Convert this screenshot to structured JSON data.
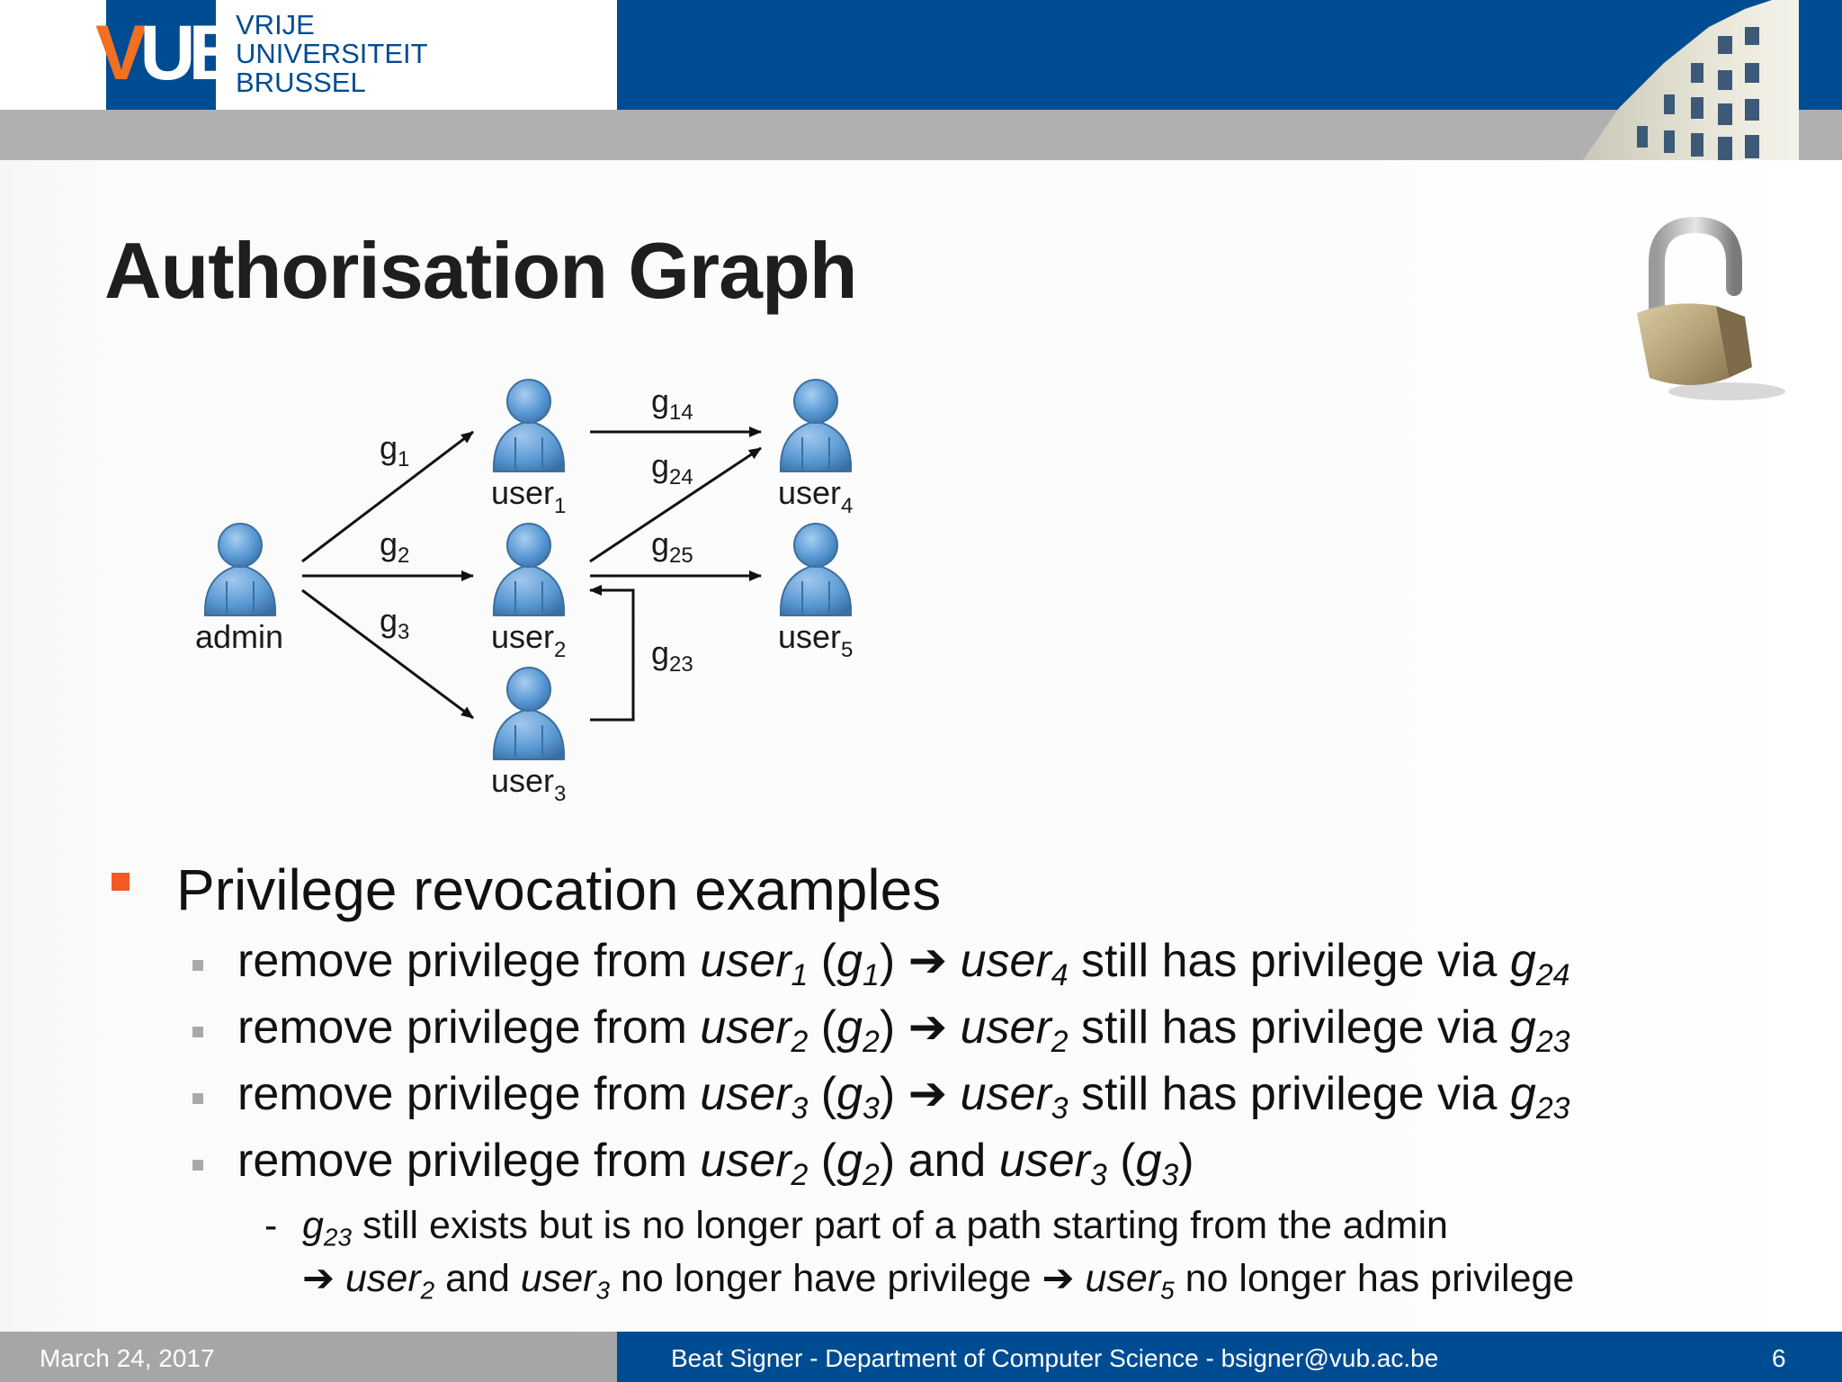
{
  "header": {
    "logo_mark": "VUB",
    "logo_lines": [
      "VRIJE",
      "UNIVERSITEIT",
      "BRUSSEL"
    ]
  },
  "slide": {
    "title": "Authorisation Graph"
  },
  "graph": {
    "nodes": [
      {
        "id": "admin",
        "label": "admin",
        "sub": ""
      },
      {
        "id": "user1",
        "label": "user",
        "sub": "1"
      },
      {
        "id": "user2",
        "label": "user",
        "sub": "2"
      },
      {
        "id": "user3",
        "label": "user",
        "sub": "3"
      },
      {
        "id": "user4",
        "label": "user",
        "sub": "4"
      },
      {
        "id": "user5",
        "label": "user",
        "sub": "5"
      }
    ],
    "edges": [
      {
        "from": "admin",
        "to": "user1",
        "label": "g",
        "sub": "1"
      },
      {
        "from": "admin",
        "to": "user2",
        "label": "g",
        "sub": "2"
      },
      {
        "from": "admin",
        "to": "user3",
        "label": "g",
        "sub": "3"
      },
      {
        "from": "user1",
        "to": "user4",
        "label": "g",
        "sub": "14"
      },
      {
        "from": "user2",
        "to": "user4",
        "label": "g",
        "sub": "24"
      },
      {
        "from": "user2",
        "to": "user5",
        "label": "g",
        "sub": "25"
      },
      {
        "from": "user3",
        "to": "user2",
        "label": "g",
        "sub": "23"
      }
    ]
  },
  "bullets": {
    "main": "Privilege revocation examples",
    "items": [
      {
        "text_a": "remove privilege from ",
        "u": "user",
        "u_sub": "1",
        "g": "g",
        "g_sub": "1",
        "then_u": "user",
        "then_u_sub": "4",
        "text_b": " still has privilege via ",
        "via": "g",
        "via_sub": "24"
      },
      {
        "text_a": "remove privilege from ",
        "u": "user",
        "u_sub": "2",
        "g": "g",
        "g_sub": "2",
        "then_u": "user",
        "then_u_sub": "2",
        "text_b": " still has privilege via ",
        "via": "g",
        "via_sub": "23"
      },
      {
        "text_a": "remove privilege from ",
        "u": "user",
        "u_sub": "3",
        "g": "g",
        "g_sub": "3",
        "then_u": "user",
        "then_u_sub": "3",
        "text_b": " still has privilege via ",
        "via": "g",
        "via_sub": "23"
      }
    ],
    "item4": {
      "text_a": "remove privilege from ",
      "u": "user",
      "u_sub": "2",
      "g": "g",
      "g_sub": "2",
      "and": ") and ",
      "u2": "user",
      "u2_sub": "3",
      "g2": "g",
      "g2_sub": "3"
    },
    "sub1": {
      "g": "g",
      "g_sub": "23",
      "text": " still exists but is no longer part of a path starting from the admin"
    },
    "sub2": {
      "arrow": "➔ ",
      "u": "user",
      "u_sub": "2",
      "and": " and ",
      "u2": "user",
      "u2_sub": "3",
      "text": " no longer have privilege ",
      "arrow2": "➔ ",
      "u3": "user",
      "u3_sub": "5",
      "text2": " no longer has privilege"
    }
  },
  "footer": {
    "date": "March 24, 2017",
    "author": "Beat Signer - Department of Computer Science - bsigner@vub.ac.be",
    "page": "6"
  },
  "colors": {
    "brand_blue": "#004c93",
    "brand_orange": "#f36f21",
    "bullet_orange": "#f15a22",
    "gray_bar": "#b0b0b0",
    "person_blue": "#5b9bd5"
  },
  "icons": [
    "building-photo-icon",
    "padlock-icon",
    "person-icon",
    "arrow-right-icon"
  ]
}
